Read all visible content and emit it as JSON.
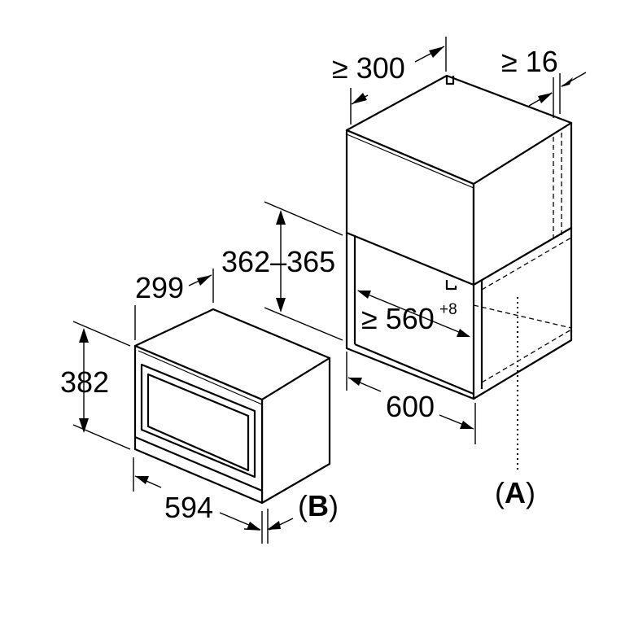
{
  "diagram": {
    "dimensions": {
      "cabinet_depth": "≥ 300",
      "side_gap": "≥ 16",
      "niche_height": "362–365",
      "niche_width_value": "≥ 560",
      "niche_width_tolerance": "+8",
      "niche_depth": "600",
      "appliance_depth": "299",
      "appliance_height": "382",
      "appliance_width": "594"
    },
    "labels": {
      "a": "A",
      "b": "B"
    }
  }
}
